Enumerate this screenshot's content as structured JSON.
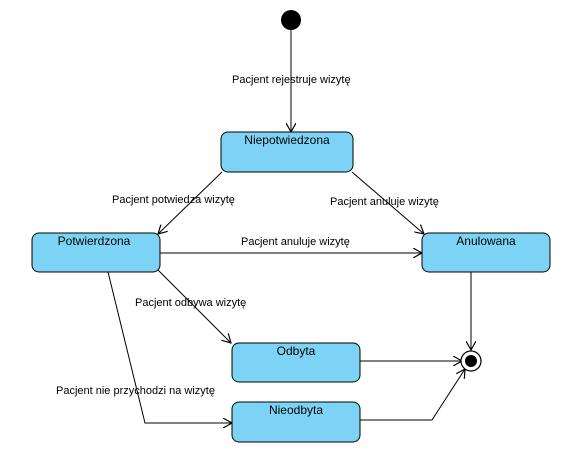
{
  "diagram": {
    "type": "uml-state-machine",
    "colors": {
      "state_fill": "#7dd3f5",
      "state_stroke": "#000000",
      "edge": "#000000",
      "initial": "#000000",
      "background": "#ffffff"
    },
    "initial": {
      "id": "initial"
    },
    "final": {
      "id": "final"
    },
    "states": [
      {
        "id": "niepotwierdzona",
        "label": "Niepotwiedzona"
      },
      {
        "id": "potwierdzona",
        "label": "Potwierdzona"
      },
      {
        "id": "anulowana",
        "label": "Anulowana"
      },
      {
        "id": "odbyta",
        "label": "Odbyta"
      },
      {
        "id": "nieodbyta",
        "label": "Nieodbyta"
      }
    ],
    "transitions": [
      {
        "id": "t1",
        "from": "initial",
        "to": "niepotwierdzona",
        "label": "Pacjent rejestruje wizytę"
      },
      {
        "id": "t2",
        "from": "niepotwierdzona",
        "to": "potwierdzona",
        "label": "Pacjent potwiedza wizytę"
      },
      {
        "id": "t3",
        "from": "niepotwierdzona",
        "to": "anulowana",
        "label": "Pacjent anuluje wizytę"
      },
      {
        "id": "t4",
        "from": "potwierdzona",
        "to": "anulowana",
        "label": "Pacjent anuluje wizytę"
      },
      {
        "id": "t5",
        "from": "potwierdzona",
        "to": "odbyta",
        "label": "Pacjent odbywa wizytę"
      },
      {
        "id": "t6",
        "from": "potwierdzona",
        "to": "nieodbyta",
        "label": "Pacjent nie przychodzi na wizytę"
      },
      {
        "id": "t7",
        "from": "anulowana",
        "to": "final",
        "label": ""
      },
      {
        "id": "t8",
        "from": "odbyta",
        "to": "final",
        "label": ""
      },
      {
        "id": "t9",
        "from": "nieodbyta",
        "to": "final",
        "label": ""
      }
    ]
  }
}
